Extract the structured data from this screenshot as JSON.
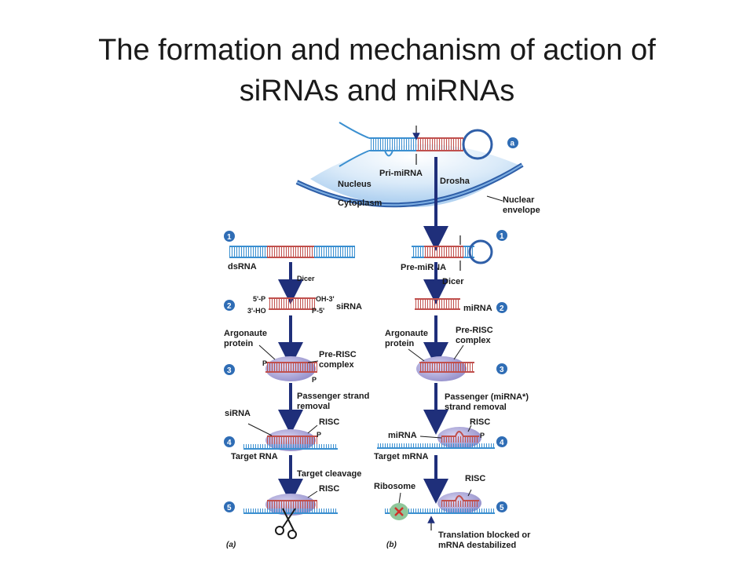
{
  "title": "The formation and mechanism of action of siRNAs and miRNAs",
  "labels": {
    "pri_mirna": "Pri-miRNA",
    "nucleus": "Nucleus",
    "drosha": "Drosha",
    "cytoplasm": "Cytoplasm",
    "nuclear_envelope_1": "Nuclear",
    "nuclear_envelope_2": "envelope",
    "panel_a_badge": "a",
    "dsrna": "dsRNA",
    "dicer_a": "Dicer",
    "five_p": "5'-P",
    "oh_three": "OH-3'",
    "three_ho": "3'-HO",
    "p_five": "P-5'",
    "sirna_2": "siRNA",
    "argonaute_a_1": "Argonaute",
    "argonaute_a_2": "protein",
    "prerisc_a_1": "Pre-RISC",
    "prerisc_a_2": "complex",
    "p": "P",
    "passenger_a_1": "Passenger strand",
    "passenger_a_2": "removal",
    "sirna_4": "siRNA",
    "risc_a4": "RISC",
    "target_rna": "Target RNA",
    "target_cleavage": "Target cleavage",
    "risc_a5": "RISC",
    "panel_a": "(a)",
    "pre_mirna": "Pre-miRNA",
    "dicer_b": "Dicer",
    "mirna_2": "miRNA",
    "argonaute_b_1": "Argonaute",
    "argonaute_b_2": "protein",
    "prerisc_b_1": "Pre-RISC",
    "prerisc_b_2": "complex",
    "passenger_b_1": "Passenger (miRNA*)",
    "passenger_b_2": "strand removal",
    "mirna_4": "miRNA",
    "risc_b4": "RISC",
    "target_mrna": "Target mRNA",
    "ribosome": "Ribosome",
    "risc_b5": "RISC",
    "blocked_1": "Translation blocked or",
    "blocked_2": "mRNA destabilized",
    "panel_b": "(b)",
    "step1": "1",
    "step2": "2",
    "step3": "3",
    "step4": "4",
    "step5": "5"
  },
  "colors": {
    "rna_blue": "#3a8fd0",
    "rna_red": "#c0504d",
    "arrow_navy": "#1f2f7a",
    "badge_blue": "#2f6db5",
    "protein": "#a8a4d8",
    "nucleus_fill": "#cfe3f6",
    "ribosome": "#8fc79a"
  }
}
